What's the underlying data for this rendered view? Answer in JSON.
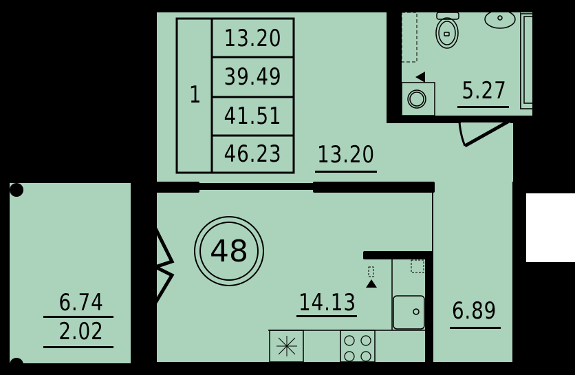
{
  "plan": {
    "apartment_number": "48",
    "colors": {
      "room_fill": "#abd3bb",
      "wall": "#000000",
      "outside": "#ffffff"
    }
  },
  "summary_table": {
    "rooms_count": "1",
    "values": [
      "13.20",
      "39.49",
      "41.51",
      "46.23"
    ]
  },
  "rooms": {
    "living": {
      "area": "13.20"
    },
    "bathroom": {
      "area": "5.27"
    },
    "kitchen": {
      "area": "14.13"
    },
    "hallway": {
      "area": "6.89"
    },
    "balcony": {
      "area": "6.74",
      "area_reduced": "2.02"
    }
  }
}
